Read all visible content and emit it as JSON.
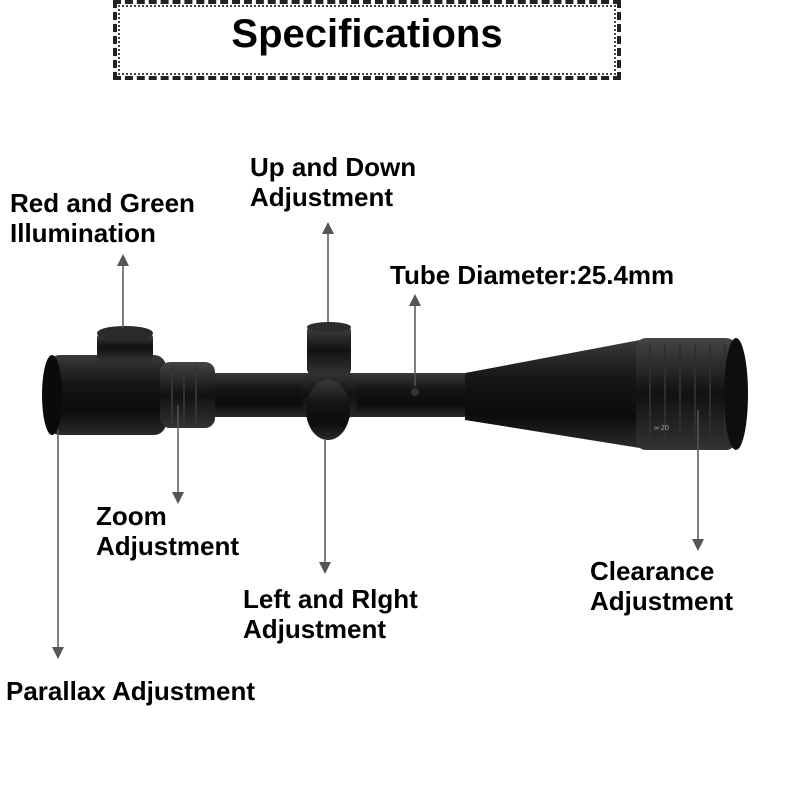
{
  "title": "Specifications",
  "labels": {
    "illumination": {
      "line1": "Red and Green",
      "line2": "Illumination"
    },
    "up_down": {
      "line1": "Up and Down",
      "line2": "Adjustment"
    },
    "tube": {
      "text": "Tube Diameter:25.4mm"
    },
    "zoom": {
      "line1": "Zoom",
      "line2": "Adjustment"
    },
    "left_right": {
      "line1": "Left and Rlght",
      "line2": "Adjustment"
    },
    "clearance": {
      "line1": "Clearance",
      "line2": "Adjustment"
    },
    "parallax": {
      "text": "Parallax Adjustment"
    }
  },
  "colors": {
    "scope_body": "#1a1a1a",
    "arrow": "#555555"
  }
}
